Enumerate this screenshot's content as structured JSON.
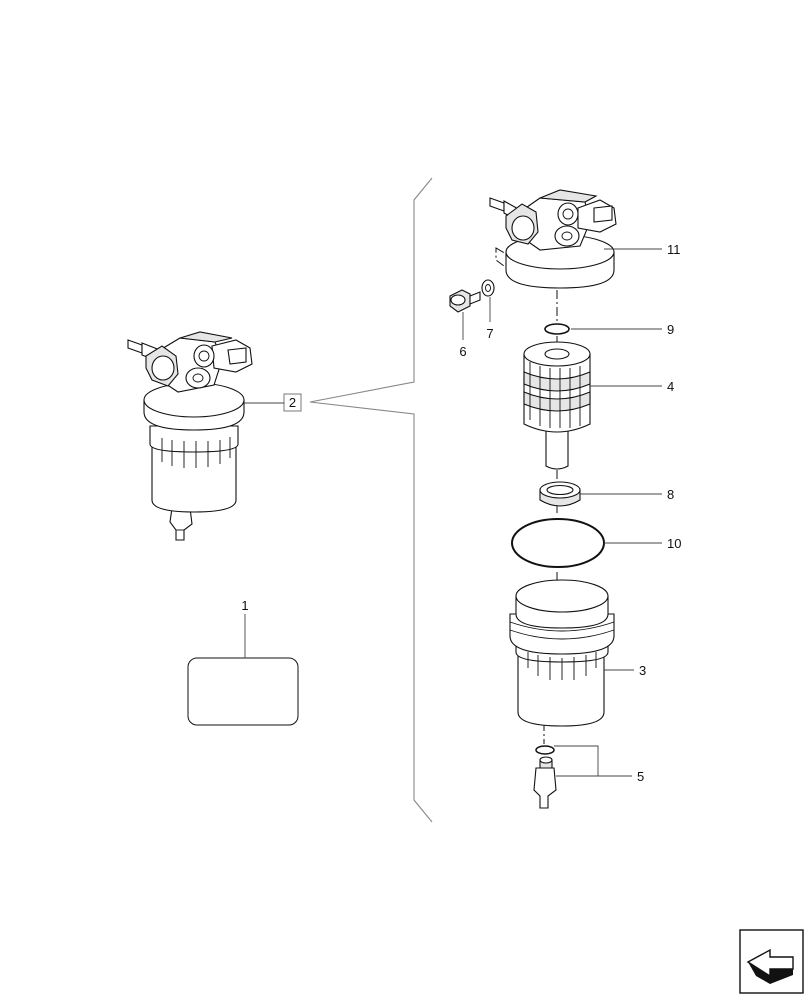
{
  "callouts": {
    "item_1": "1",
    "item_2": "2",
    "item_3": "3",
    "item_4": "4",
    "item_5": "5",
    "item_6": "6",
    "item_7": "7",
    "item_8": "8",
    "item_9": "9",
    "item_10": "10",
    "item_11": "11"
  },
  "icons": {
    "nav": "next-page-arrow-icon"
  }
}
